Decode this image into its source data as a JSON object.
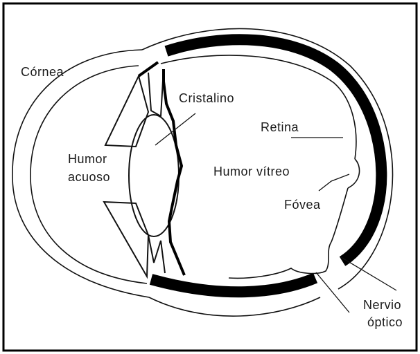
{
  "diagram": {
    "labels": {
      "cornea": "Córnea",
      "cristalino": "Cristalino",
      "retina": "Retina",
      "humor_acuoso_1": "Humor",
      "humor_acuoso_2": "acuoso",
      "humor_vitreo": "Humor vítreo",
      "fovea": "Fóvea",
      "nervio_optico_1": "Nervio",
      "nervio_optico_2": "óptico"
    }
  }
}
